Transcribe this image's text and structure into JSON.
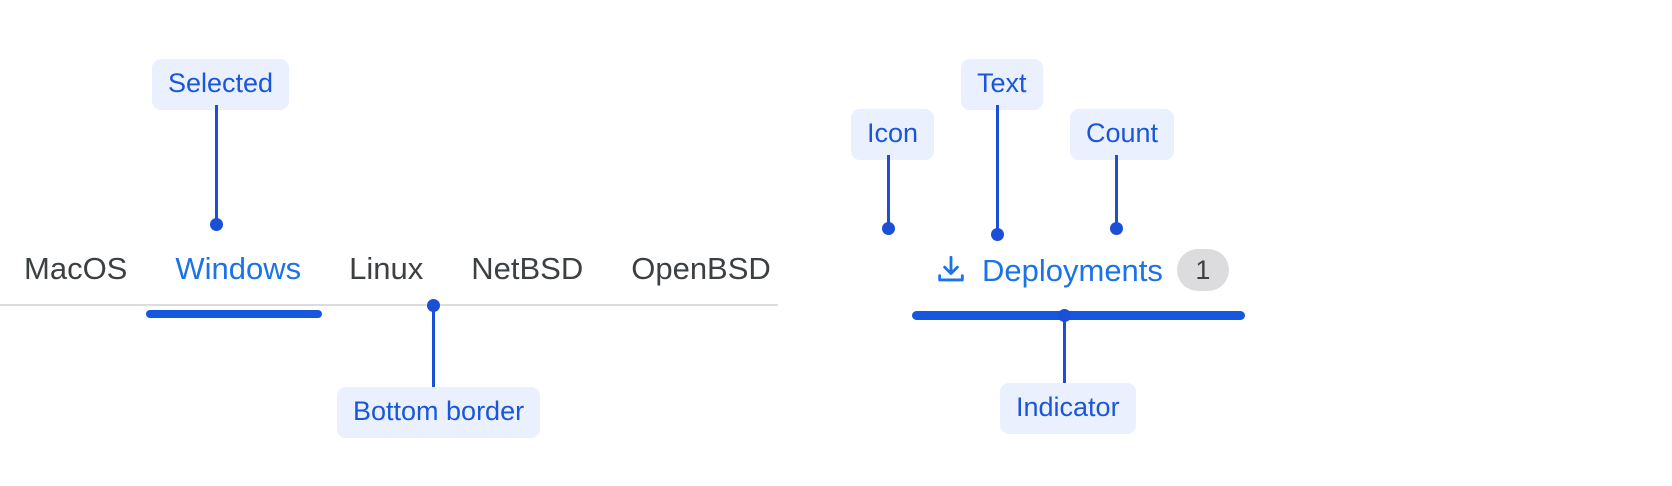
{
  "annotations": {
    "selected": "Selected",
    "bottom_border": "Bottom border",
    "icon": "Icon",
    "text": "Text",
    "count": "Count",
    "indicator": "Indicator"
  },
  "tabbar": {
    "tabs": [
      {
        "label": "MacOS",
        "selected": false
      },
      {
        "label": "Windows",
        "selected": true
      },
      {
        "label": "Linux",
        "selected": false
      },
      {
        "label": "NetBSD",
        "selected": false
      },
      {
        "label": "OpenBSD",
        "selected": false
      }
    ]
  },
  "rich_tab": {
    "icon": "download-icon",
    "label": "Deployments",
    "count": "1"
  },
  "colors": {
    "accent": "#1a73e8",
    "indicator": "#1657e0",
    "annotation_text": "#1b4fd8",
    "annotation_bg": "#eaf0fe",
    "text": "#3c4043",
    "divider": "#dcdcdf",
    "badge_bg": "#dcdcde"
  }
}
